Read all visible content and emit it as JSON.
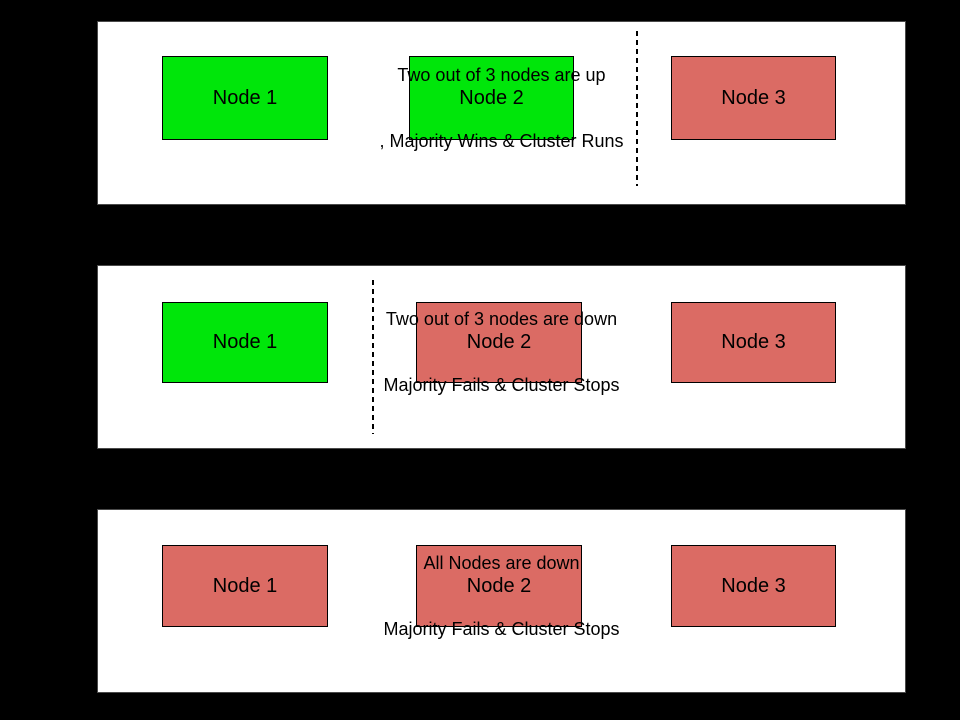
{
  "title": "Cluster quorum scenarios diagram",
  "colors": {
    "background": "#000000",
    "panel_background": "#FFFFFF",
    "panel_border": "#4A4A4A",
    "node_up": "#00E60A",
    "node_down": "#DB6B64",
    "node_border": "#000000",
    "text": "#000000",
    "divider": "#000000"
  },
  "panels": [
    {
      "name": "two-nodes-up",
      "nodes": [
        {
          "label": "Node 1",
          "status": "up"
        },
        {
          "label": "Node 2",
          "status": "up"
        },
        {
          "label": "Node 3",
          "status": "down"
        }
      ],
      "divider": {
        "present": true,
        "position": "between Node 2 and Node 3"
      },
      "caption_line1": "Two out of 3 nodes are up",
      "caption_line2": ", Majority Wins & Cluster Runs"
    },
    {
      "name": "two-nodes-down",
      "nodes": [
        {
          "label": "Node 1",
          "status": "up"
        },
        {
          "label": "Node 2",
          "status": "down"
        },
        {
          "label": "Node 3",
          "status": "down"
        }
      ],
      "divider": {
        "present": true,
        "position": "between Node 1 and Node 2"
      },
      "caption_line1": "Two out of 3 nodes are down",
      "caption_line2": "Majority Fails & Cluster Stops"
    },
    {
      "name": "all-nodes-down",
      "nodes": [
        {
          "label": "Node 1",
          "status": "down"
        },
        {
          "label": "Node 2",
          "status": "down"
        },
        {
          "label": "Node 3",
          "status": "down"
        }
      ],
      "divider": {
        "present": false,
        "position": ""
      },
      "caption_line1": "All Nodes are down",
      "caption_line2": "Majority Fails & Cluster Stops"
    }
  ]
}
